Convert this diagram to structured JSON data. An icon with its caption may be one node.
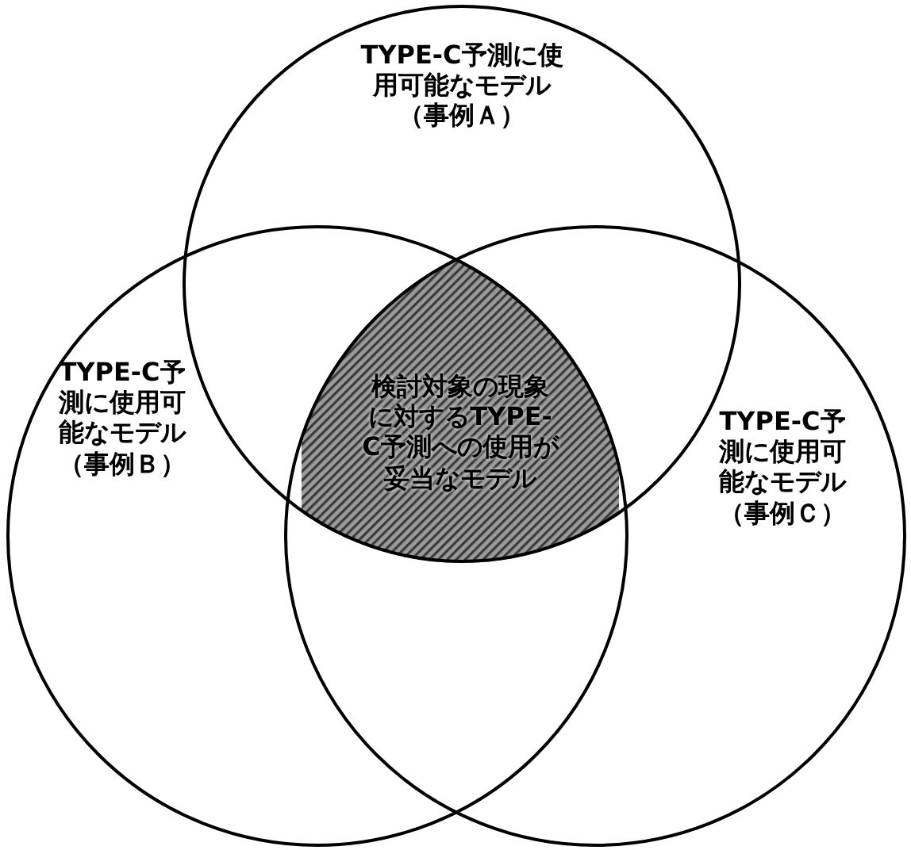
{
  "diagram": {
    "nodes": [
      {
        "text": [
          "TYPE-C予測に使用可能なモデル（事例Ａ）"
        ]
      },
      {
        "text": [
          "検討対象の現象に対するTYPE-C予測への使用が妥当なモデル"
        ]
      },
      {
        "text": [
          "TYPE-C予測に使用可能なモデル（事例Ｂ）"
        ]
      },
      {
        "text": [
          "TYPE-C予測に使用可能なモデル（事例Ｃ）"
        ]
      }
    ]
  }
}
